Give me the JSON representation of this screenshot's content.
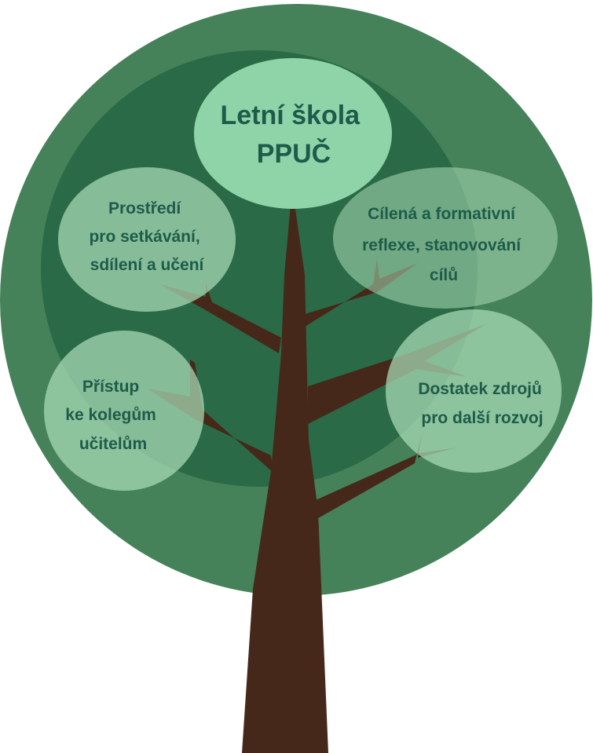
{
  "colors": {
    "canopy_outer": "#458259",
    "canopy_inner": "#2b6a46",
    "trunk": "#46281b",
    "bubble_main": "#8fd4a8",
    "bubble_side": "#a9ddb7",
    "label_text": "#1e5b4a"
  },
  "nodes": {
    "center": {
      "lines": [
        "Letní škola",
        "PPUČ"
      ]
    },
    "top_left": {
      "lines": [
        "Prostředí",
        "pro setkávání,",
        "sdílení a učení"
      ]
    },
    "top_right": {
      "lines": [
        "Cílená a formativní",
        "reflexe, stanovování",
        "cílů"
      ]
    },
    "bottom_left": {
      "lines": [
        "Přístup",
        "ke kolegům",
        "učitelům"
      ]
    },
    "bottom_right": {
      "lines": [
        "Dostatek zdrojů",
        "pro další rozvoj"
      ]
    }
  }
}
